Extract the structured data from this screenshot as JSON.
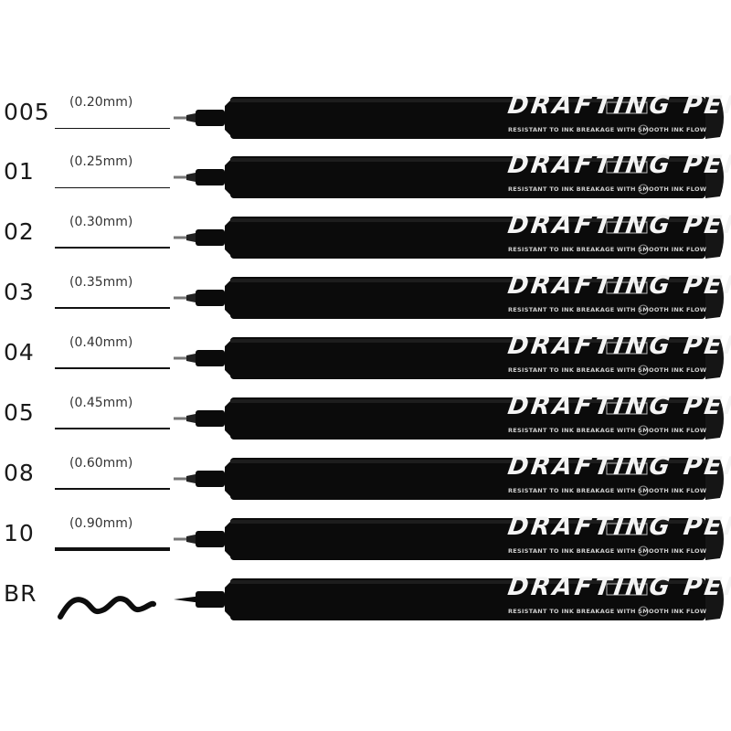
{
  "brand_text": "DRAFTING PEN",
  "tagline": "RESISTANT TO INK BREAKAGE WITH SMOOTH INK FLOW",
  "colors": {
    "pen_body": "#0b0b0b",
    "text": "#f4f4f4",
    "background": "#ffffff"
  },
  "pens": [
    {
      "size": "005",
      "width": "(0.20mm)"
    },
    {
      "size": "01",
      "width": "(0.25mm)"
    },
    {
      "size": "02",
      "width": "(0.30mm)"
    },
    {
      "size": "03",
      "width": "(0.35mm)"
    },
    {
      "size": "04",
      "width": "(0.40mm)"
    },
    {
      "size": "05",
      "width": "(0.45mm)"
    },
    {
      "size": "08",
      "width": "(0.60mm)"
    },
    {
      "size": "10",
      "width": "(0.90mm)"
    },
    {
      "size": "BR",
      "width": ""
    }
  ]
}
